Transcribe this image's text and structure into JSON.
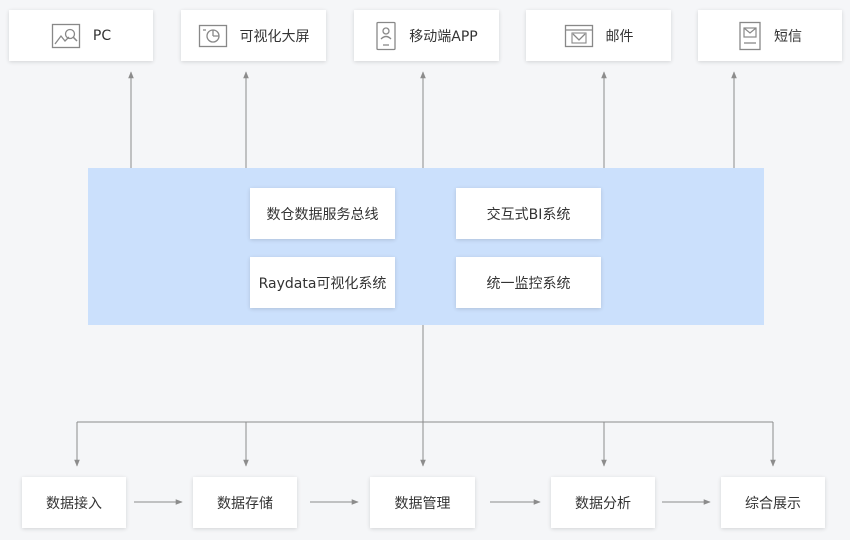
{
  "outputs": [
    {
      "label": "PC",
      "icon": "image-search-icon"
    },
    {
      "label": "可视化大屏",
      "icon": "pie-chart-screen-icon"
    },
    {
      "label": "移动端APP",
      "icon": "mobile-phone-icon"
    },
    {
      "label": "邮件",
      "icon": "mail-icon"
    },
    {
      "label": "短信",
      "icon": "message-icon"
    }
  ],
  "middle": {
    "systems": [
      {
        "label": "数仓数据服务总线"
      },
      {
        "label": "交互式BI系统"
      },
      {
        "label": "Raydata可视化系统"
      },
      {
        "label": "统一监控系统"
      }
    ]
  },
  "pipeline": [
    {
      "label": "数据接入"
    },
    {
      "label": "数据存储"
    },
    {
      "label": "数据管理"
    },
    {
      "label": "数据分析"
    },
    {
      "label": "综合展示"
    }
  ],
  "colors": {
    "panel": "#cbe0fc",
    "line": "#8c8c8c",
    "icon": "#888888",
    "box": "#ffffff",
    "background": "#f5f6f8"
  }
}
